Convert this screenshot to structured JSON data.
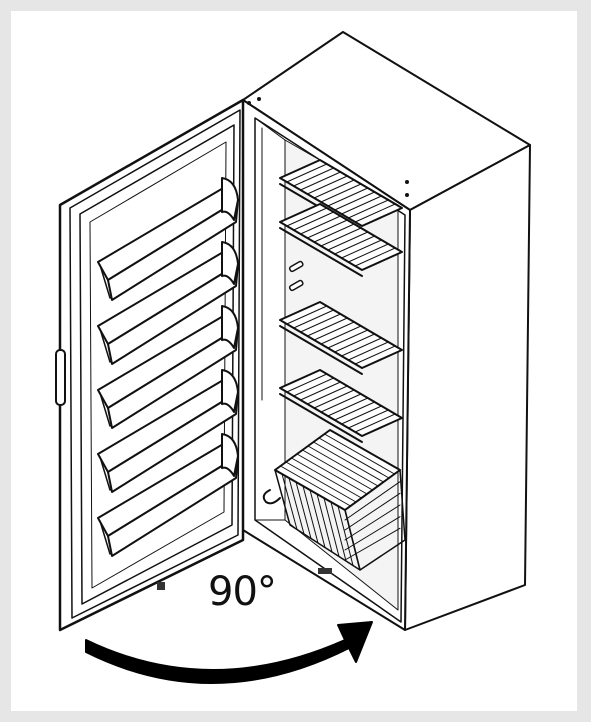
{
  "figure": {
    "angle_label": "90°",
    "colors": {
      "background": "#e6e6e6",
      "panel": "#ffffff",
      "outline": "#111111",
      "interior": "#d6d6d6",
      "arrow": "#000000"
    },
    "door_bins": 5,
    "wire_shelves": 4,
    "baskets": 1,
    "icons": [
      "curved-arrow-icon"
    ]
  }
}
